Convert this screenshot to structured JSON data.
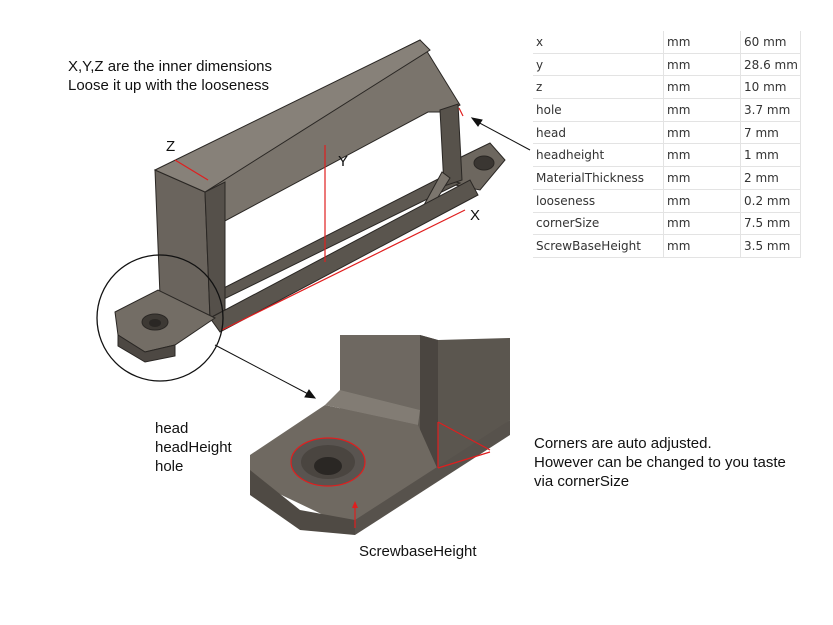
{
  "notes": {
    "top_left": "X,Y,Z are the inner dimensions\nLoose it up with the looseness",
    "detail_left": "head\nheadHeight\nhole",
    "detail_right": "Corners are auto adjusted.\nHowever can be changed to you taste\nvia cornerSize",
    "screwbase": "ScrewbaseHeight"
  },
  "axes": {
    "x": "X",
    "y": "Y",
    "z": "Z"
  },
  "parameters": [
    {
      "name": "x",
      "unit": "mm",
      "value": "60 mm"
    },
    {
      "name": "y",
      "unit": "mm",
      "value": "28.6 mm"
    },
    {
      "name": "z",
      "unit": "mm",
      "value": "10 mm"
    },
    {
      "name": "hole",
      "unit": "mm",
      "value": "3.7 mm"
    },
    {
      "name": "head",
      "unit": "mm",
      "value": "7 mm"
    },
    {
      "name": "headheight",
      "unit": "mm",
      "value": "1 mm"
    },
    {
      "name": "MaterialThickness",
      "unit": "mm",
      "value": "2 mm"
    },
    {
      "name": "looseness",
      "unit": "mm",
      "value": "0.2 mm"
    },
    {
      "name": "cornerSize",
      "unit": "mm",
      "value": "7.5 mm"
    },
    {
      "name": "ScrewBaseHeight",
      "unit": "mm",
      "value": "3.5 mm"
    }
  ],
  "colors": {
    "part": "#6b655e",
    "part_dark": "#4e4943",
    "part_light": "#8a847c",
    "dimension": "#e01e1e"
  }
}
